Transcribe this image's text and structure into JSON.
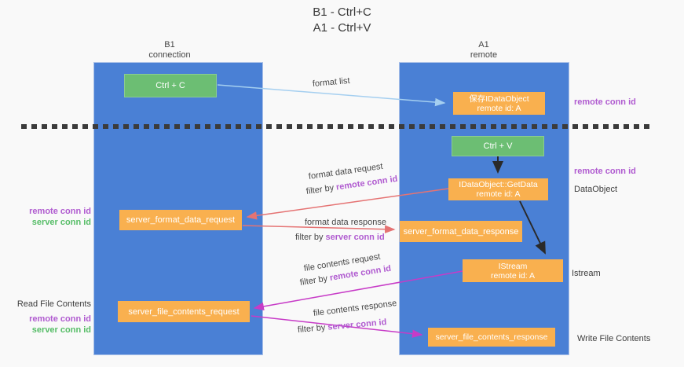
{
  "colors": {
    "column_blue": "#4a80d5",
    "box_orange": "#f9b04f",
    "box_green": "#6cbe73",
    "arrow_light_blue": "#a5cff0",
    "arrow_red": "#e57373",
    "arrow_magenta": "#c73bc7",
    "arrow_black": "#2a2a2a",
    "label_purple": "#b05bd0",
    "label_green": "#56bd67"
  },
  "title": {
    "line1": "B1 - Ctrl+C",
    "line2": "A1 - Ctrl+V"
  },
  "columns": {
    "left": {
      "name": "B1",
      "subtitle": "connection"
    },
    "right": {
      "name": "A1",
      "subtitle": "remote"
    }
  },
  "boxes": {
    "ctrl_c": {
      "label": "Ctrl + C"
    },
    "save_idataobject": {
      "line1": "保存IDataObject",
      "line2": "remote id: A"
    },
    "ctrl_v": {
      "label": "Ctrl + V"
    },
    "getdata": {
      "line1": "IDataObject::GetData",
      "line2": "remote id: A"
    },
    "format_request": {
      "label": "server_format_data_request"
    },
    "format_response": {
      "label": "server_format_data_response"
    },
    "istream": {
      "line1": "IStream",
      "line2": "remote id: A"
    },
    "file_request": {
      "label": "server_file_contents_request"
    },
    "file_response": {
      "label": "server_file_contents_response"
    }
  },
  "side_labels": {
    "remote_conn_top": "remote conn id",
    "remote_conn_mid": "remote conn id",
    "dataobject": "DataObject",
    "istream": "Istream",
    "write_file": "Write File Contents",
    "left_remote_conn_1": "remote conn id",
    "left_server_conn_1": "server conn id",
    "read_file": "Read File Contents",
    "left_remote_conn_2": "remote conn id",
    "left_server_conn_2": "server conn id"
  },
  "arrow_labels": {
    "format_list": "format list",
    "format_data_request": "format data request",
    "filter_remote_1": {
      "prefix": "filter by ",
      "highlight": "remote conn id"
    },
    "format_data_response": "format data response",
    "filter_server_1": {
      "prefix": "filter by ",
      "highlight": "server conn id"
    },
    "file_contents_request": "file contents request",
    "filter_remote_2": {
      "prefix": "filter by ",
      "highlight": "remote conn id"
    },
    "file_contents_response": "file contents response",
    "filter_server_2": {
      "prefix": "filter by ",
      "highlight": "server conn id"
    }
  }
}
